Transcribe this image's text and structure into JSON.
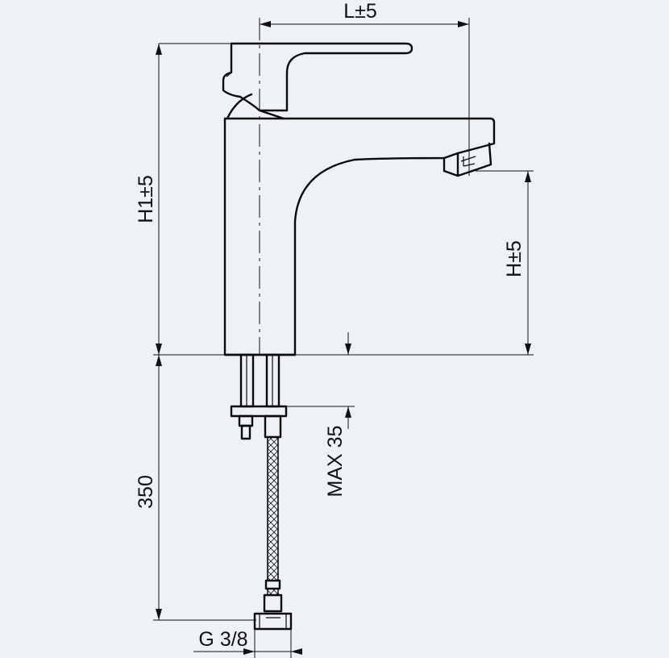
{
  "dimensions": {
    "length": "L±5",
    "body_height": "H1±5",
    "spout_height": "H±5",
    "max_thickness": "MAX 35",
    "hose_length": "350",
    "connection": "G 3/8"
  }
}
